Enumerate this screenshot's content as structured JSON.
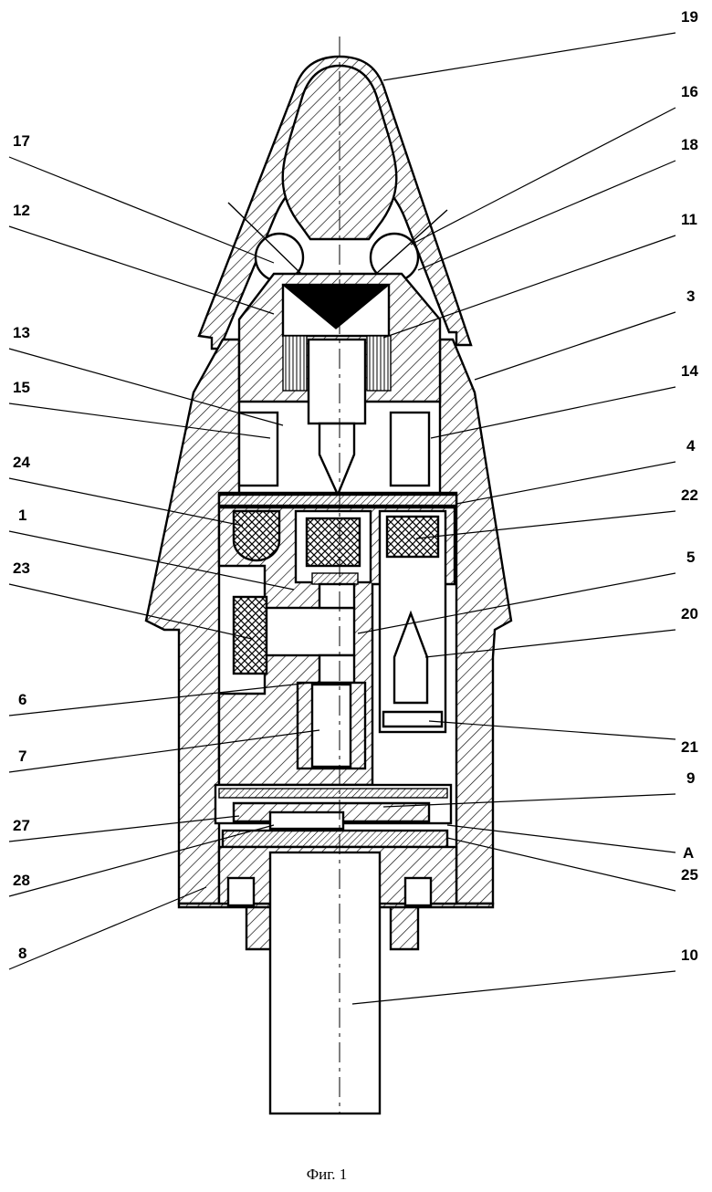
{
  "figure": {
    "caption": "Фиг. 1",
    "callouts": [
      {
        "label": "19",
        "side": "right"
      },
      {
        "label": "16",
        "side": "right"
      },
      {
        "label": "18",
        "side": "right"
      },
      {
        "label": "11",
        "side": "right"
      },
      {
        "label": "3",
        "side": "right"
      },
      {
        "label": "14",
        "side": "right"
      },
      {
        "label": "4",
        "side": "right"
      },
      {
        "label": "22",
        "side": "right"
      },
      {
        "label": "5",
        "side": "right"
      },
      {
        "label": "20",
        "side": "right"
      },
      {
        "label": "21",
        "side": "right"
      },
      {
        "label": "9",
        "side": "right"
      },
      {
        "label": "A",
        "side": "right"
      },
      {
        "label": "25",
        "side": "right"
      },
      {
        "label": "10",
        "side": "right"
      },
      {
        "label": "17",
        "side": "left"
      },
      {
        "label": "12",
        "side": "left"
      },
      {
        "label": "13",
        "side": "left"
      },
      {
        "label": "15",
        "side": "left"
      },
      {
        "label": "24",
        "side": "left"
      },
      {
        "label": "1",
        "side": "left"
      },
      {
        "label": "23",
        "side": "left"
      },
      {
        "label": "6",
        "side": "left"
      },
      {
        "label": "7",
        "side": "left"
      },
      {
        "label": "27",
        "side": "left"
      },
      {
        "label": "28",
        "side": "left"
      },
      {
        "label": "8",
        "side": "left"
      }
    ]
  }
}
